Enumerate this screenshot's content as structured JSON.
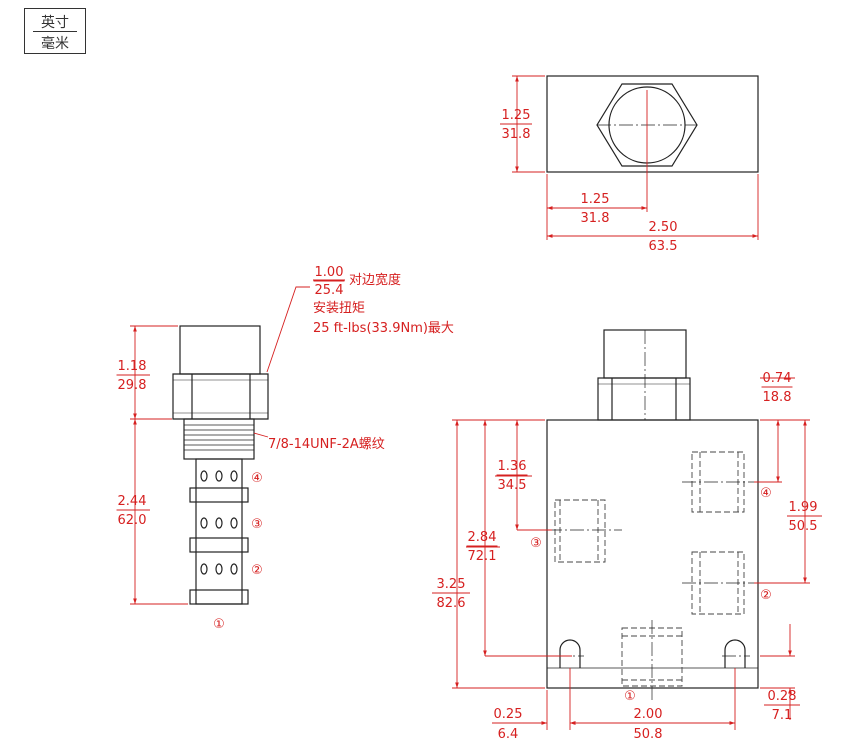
{
  "units": {
    "inch": "英寸",
    "mm": "毫米"
  },
  "side_view": {
    "hex_dim": {
      "in": "1.00",
      "mm": "25.4"
    },
    "hex_label": "对边宽度",
    "torque_title": "安装扭矩",
    "torque_value": "25 ft-lbs(33.9Nm)最大",
    "height_upper": {
      "in": "1.18",
      "mm": "29.8"
    },
    "height_lower": {
      "in": "2.44",
      "mm": "62.0"
    },
    "thread_spec": "7/8-14UNF-2A螺纹",
    "ports": [
      "④",
      "③",
      "②",
      "①"
    ]
  },
  "top_view": {
    "height": {
      "in": "1.25",
      "mm": "31.8"
    },
    "center_x": {
      "in": "1.25",
      "mm": "31.8"
    },
    "width": {
      "in": "2.50",
      "mm": "63.5"
    }
  },
  "front_view": {
    "d_074": {
      "in": "0.74",
      "mm": "18.8"
    },
    "d_136": {
      "in": "1.36",
      "mm": "34.5"
    },
    "d_199": {
      "in": "1.99",
      "mm": "50.5"
    },
    "d_284": {
      "in": "2.84",
      "mm": "72.1"
    },
    "d_325": {
      "in": "3.25",
      "mm": "82.6"
    },
    "d_028": {
      "in": "0.28",
      "mm": "7.1"
    },
    "d_025": {
      "in": "0.25",
      "mm": "6.4"
    },
    "d_200": {
      "in": "2.00",
      "mm": "50.8"
    },
    "ports": {
      "p1": "①",
      "p2": "②",
      "p3": "③",
      "p4": "④"
    }
  },
  "colors": {
    "outline": "#222222",
    "dimension": "#d62020",
    "hidden": "#444444"
  }
}
